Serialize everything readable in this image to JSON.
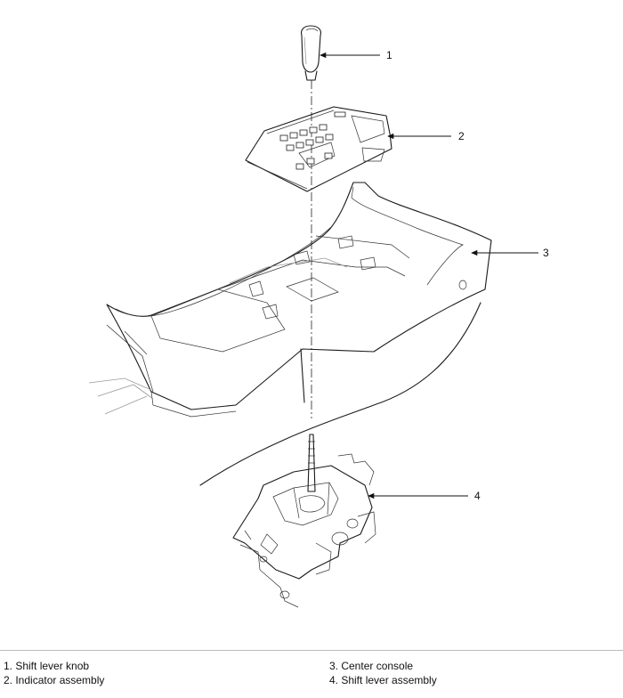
{
  "callouts": [
    {
      "id": "1",
      "label": "1"
    },
    {
      "id": "2",
      "label": "2"
    },
    {
      "id": "3",
      "label": "3"
    },
    {
      "id": "4",
      "label": "4"
    }
  ],
  "legend": [
    {
      "number": "1",
      "text": "1. Shift lever knob"
    },
    {
      "number": "2",
      "text": "2. Indicator assembly"
    },
    {
      "number": "3",
      "text": "3. Center console"
    },
    {
      "number": "4",
      "text": "4. Shift lever assembly"
    }
  ],
  "colors": {
    "line": "#1a1a1a",
    "background": "#ffffff",
    "rule": "#bbbbbb"
  }
}
